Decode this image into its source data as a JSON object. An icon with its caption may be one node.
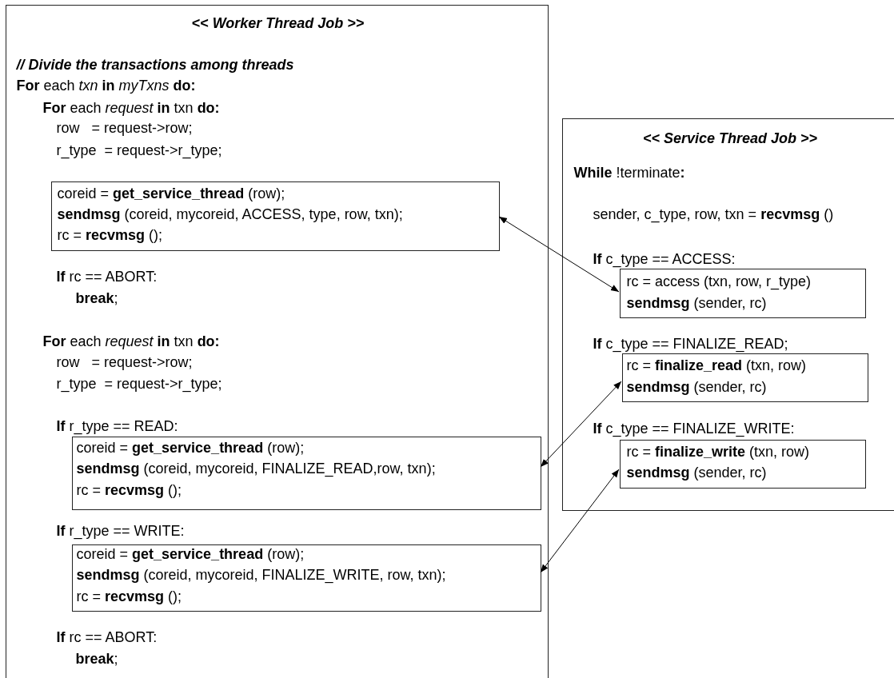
{
  "diagram": {
    "nodes": [
      {
        "text": [
          "<< Worker Thread Job >>",
          "// Divide the transactions among threads",
          "**For** each *txn* **in** *myTxns* **do:**",
          "**For** each *request* **in** txn **do:**",
          "row   = request->row;",
          "r_type  = request->r_type;",
          "**If** rc == ABORT:",
          "**break**;",
          "**For** each *request* **in** txn **do:**",
          "row   = request->row;",
          "r_type  = request->r_type;",
          "**If** r_type == READ:",
          "**If** r_type == WRITE:",
          "**If** rc == ABORT:",
          "**break**;"
        ]
      },
      {
        "text": [
          "coreid = **get_service_thread** (row);",
          "**sendmsg** (coreid, mycoreid, ACCESS, type, row, txn);",
          "rc = **recvmsg** ();"
        ],
        "in": 0
      },
      {
        "text": [
          "coreid = **get_service_thread** (row);",
          "**sendmsg** (coreid, mycoreid, FINALIZE_READ,row, txn);",
          "rc = **recvmsg** ();"
        ],
        "in": 0
      },
      {
        "text": [
          "coreid = **get_service_thread** (row);",
          "**sendmsg** (coreid, mycoreid, FINALIZE_WRITE, row, txn);",
          "rc = **recvmsg** ();"
        ],
        "in": 0
      },
      {
        "text": [
          "<< Service Thread Job >>",
          "**While** !terminate**:**",
          "sender, c_type, row, txn = **recvmsg** ()",
          "**If** c_type == ACCESS:",
          "**If** c_type == FINALIZE_READ;",
          "**If** c_type == FINALIZE_WRITE:"
        ]
      },
      {
        "text": [
          "rc = access (txn, row, r_type)",
          "**sendmsg** (sender, rc)"
        ],
        "in": 4
      },
      {
        "text": [
          "rc = **finalize_read** (txn, row)",
          "**sendmsg** (sender, rc)"
        ],
        "in": 4
      },
      {
        "text": [
          "rc = **finalize_write** (txn, row)",
          "**sendmsg** (sender, rc)"
        ],
        "in": 4
      }
    ],
    "edges": [
      {
        "from": 1,
        "to": 5,
        "arrow": "both"
      },
      {
        "from": 2,
        "to": 6,
        "arrow": "both"
      },
      {
        "from": 3,
        "to": 7,
        "arrow": "both"
      }
    ]
  }
}
